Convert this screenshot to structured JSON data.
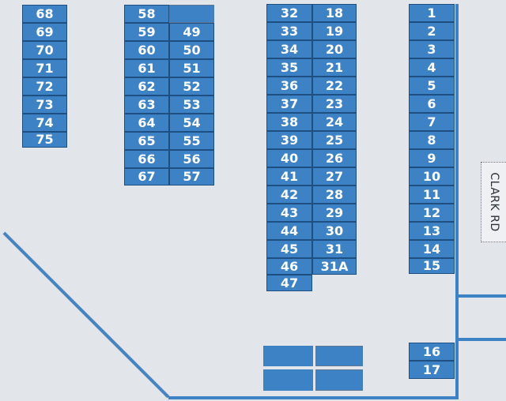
{
  "map": {
    "road_label": "CLARK RD",
    "colors": {
      "background": "#e2e5ea",
      "lot_fill": "#3d82c4",
      "lot_border": "#1e4f80",
      "lot_text": "#ffffff",
      "road_line": "#3d82c4"
    },
    "lots": [
      "1",
      "2",
      "3",
      "4",
      "5",
      "6",
      "7",
      "8",
      "9",
      "10",
      "11",
      "12",
      "13",
      "14",
      "15",
      "16",
      "17",
      "18",
      "19",
      "20",
      "21",
      "22",
      "23",
      "24",
      "25",
      "26",
      "27",
      "28",
      "29",
      "30",
      "31",
      "31A",
      "32",
      "33",
      "34",
      "35",
      "36",
      "37",
      "38",
      "39",
      "40",
      "41",
      "42",
      "43",
      "44",
      "45",
      "46",
      "47",
      "49",
      "50",
      "51",
      "52",
      "53",
      "54",
      "55",
      "56",
      "57",
      "58",
      "59",
      "60",
      "61",
      "62",
      "63",
      "64",
      "65",
      "66",
      "67",
      "68",
      "69",
      "70",
      "71",
      "72",
      "73",
      "74",
      "75"
    ]
  }
}
